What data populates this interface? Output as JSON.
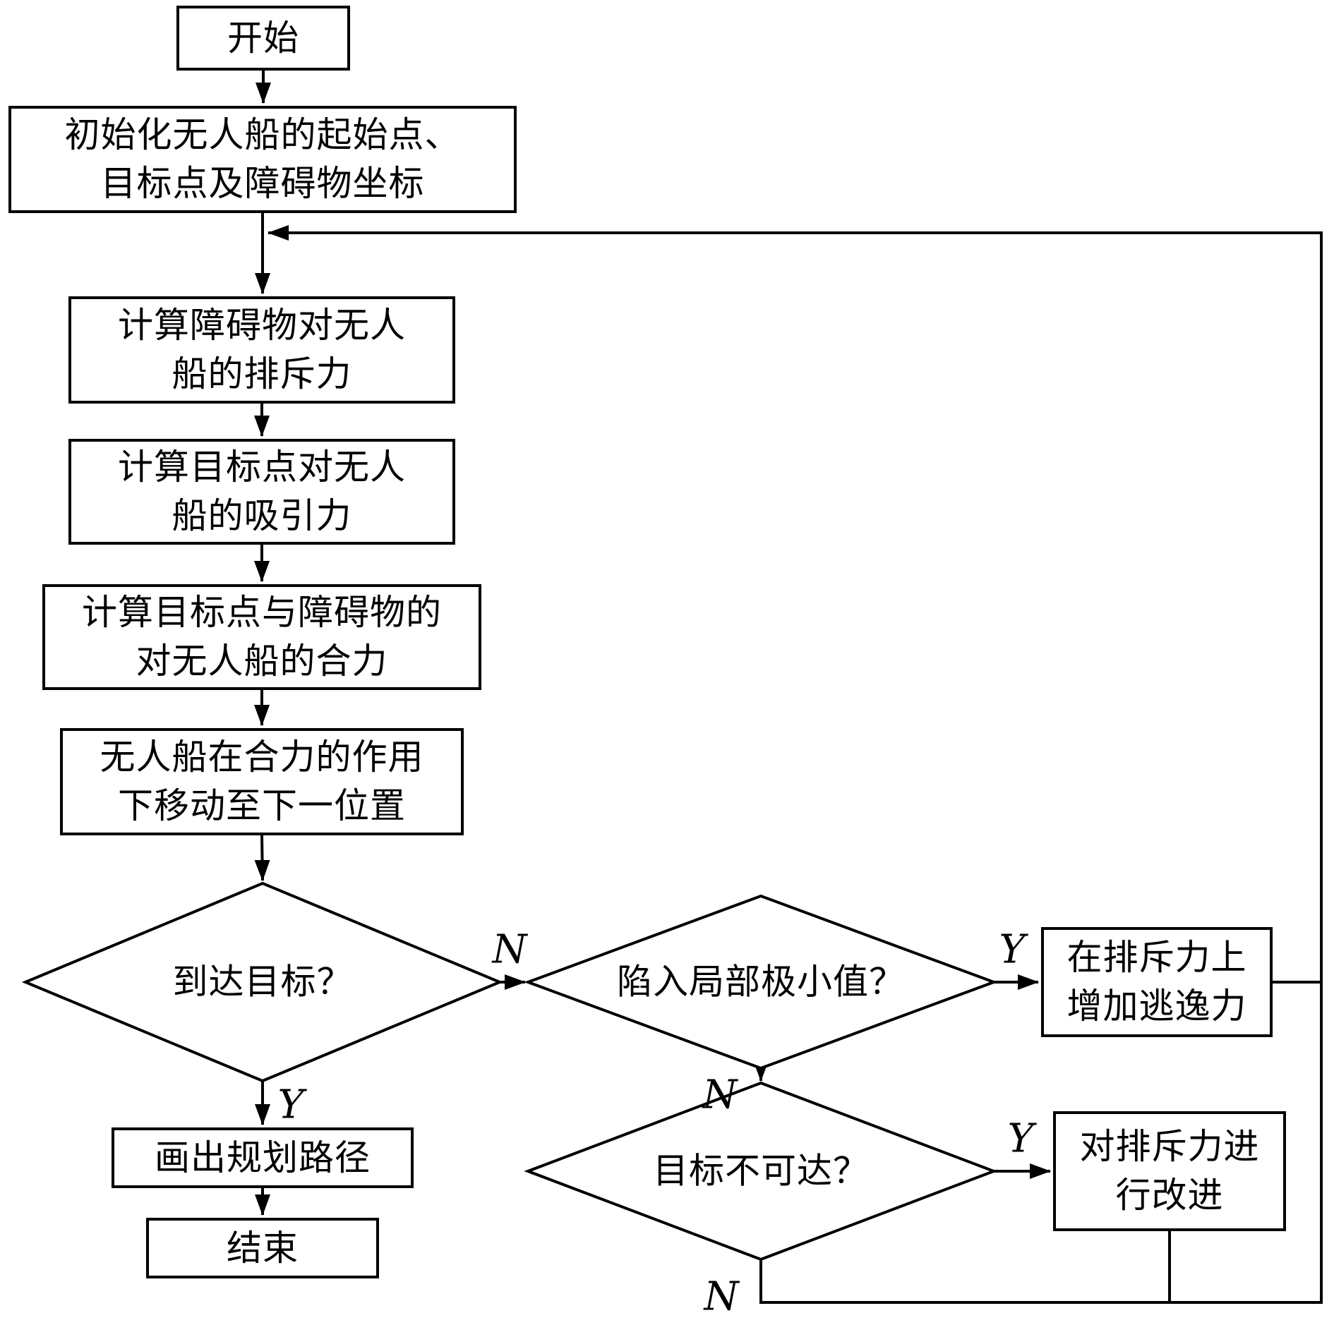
{
  "diagram": {
    "background": "#ffffff",
    "line_color": "#000000",
    "text_color": "#000000"
  },
  "nodes": {
    "start": {
      "label": "开始"
    },
    "init": {
      "label": "初始化无人船的起始点、\n目标点及障碍物坐标"
    },
    "repulsion": {
      "label": "计算障碍物对无人\n船的排斥力"
    },
    "attraction": {
      "label": "计算目标点对无人\n船的吸引力"
    },
    "resultant": {
      "label": "计算目标点与障碍物的\n对无人船的合力"
    },
    "move": {
      "label": "无人船在合力的作用\n下移动至下一位置"
    },
    "reach_goal": {
      "label": "到达目标？"
    },
    "local_min": {
      "label": "陷入局部极小值？"
    },
    "escape_force": {
      "label": "在排斥力上\n增加逃逸力"
    },
    "goal_unreachable": {
      "label": "目标不可达？"
    },
    "improve_repulsion": {
      "label": "对排斥力进\n行改进"
    },
    "draw_path": {
      "label": "画出规划路径"
    },
    "end": {
      "label": "结束"
    }
  },
  "branches": {
    "reach_goal_no": "N",
    "reach_goal_yes": "Y",
    "local_min_yes": "Y",
    "local_min_no": "N",
    "unreachable_yes": "Y",
    "unreachable_no": "N"
  }
}
